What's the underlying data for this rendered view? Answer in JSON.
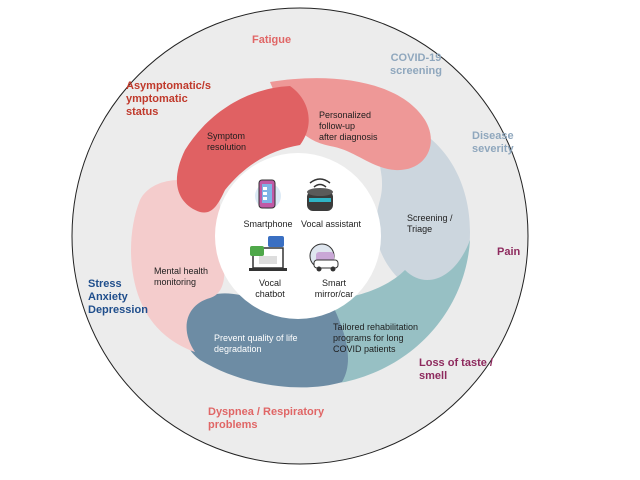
{
  "outer_labels": {
    "fatigue": {
      "text": "Fatigue",
      "color": "#e06666"
    },
    "covid_screening": {
      "text": "COVID-19\nscreening",
      "color": "#8fa7bd"
    },
    "asymptomatic": {
      "text": "Asymptomatic/s\nymptomatic\nstatus",
      "color": "#c0392b"
    },
    "disease_severity": {
      "text": "Disease\nseverity",
      "color": "#8fa7bd"
    },
    "pain": {
      "text": "Pain",
      "color": "#8e2a5e"
    },
    "stress": {
      "text": "Stress\nAnxiety\nDepression",
      "color": "#1f4e8c"
    },
    "loss_taste": {
      "text": "Loss of taste /\nsmell",
      "color": "#8e2a5e"
    },
    "dyspnea": {
      "text": "Dyspnea / Respiratory\nproblems",
      "color": "#e06666"
    }
  },
  "segments": {
    "symptom_resolution": {
      "text": "Symptom\nresolution",
      "color": "#e06163"
    },
    "personalized_followup": {
      "text": "Personalized\nfollow-up\nafter diagnosis",
      "color": "#ee9897"
    },
    "screening_triage": {
      "text": "Screening /\nTriage",
      "color": "#ccd6de"
    },
    "tailored_rehab": {
      "text": "Tailored rehabilitation\nprograms for long\nCOVID patients",
      "color": "#97c0c4"
    },
    "prevent_quality": {
      "text": "Prevent quality of life\ndegradation",
      "color": "#6d8ca4"
    },
    "mental_health": {
      "text": "Mental health\nmonitoring",
      "color": "#f4cccc"
    }
  },
  "devices": {
    "smartphone": "Smartphone",
    "vocal_assistant": "Vocal assistant",
    "vocal_chatbot": "Vocal\nchatbot",
    "smart_mirror": "Smart\nmirror/car"
  },
  "colors": {
    "outer_circle": "#ececec",
    "inner_circle": "#ffffff"
  }
}
